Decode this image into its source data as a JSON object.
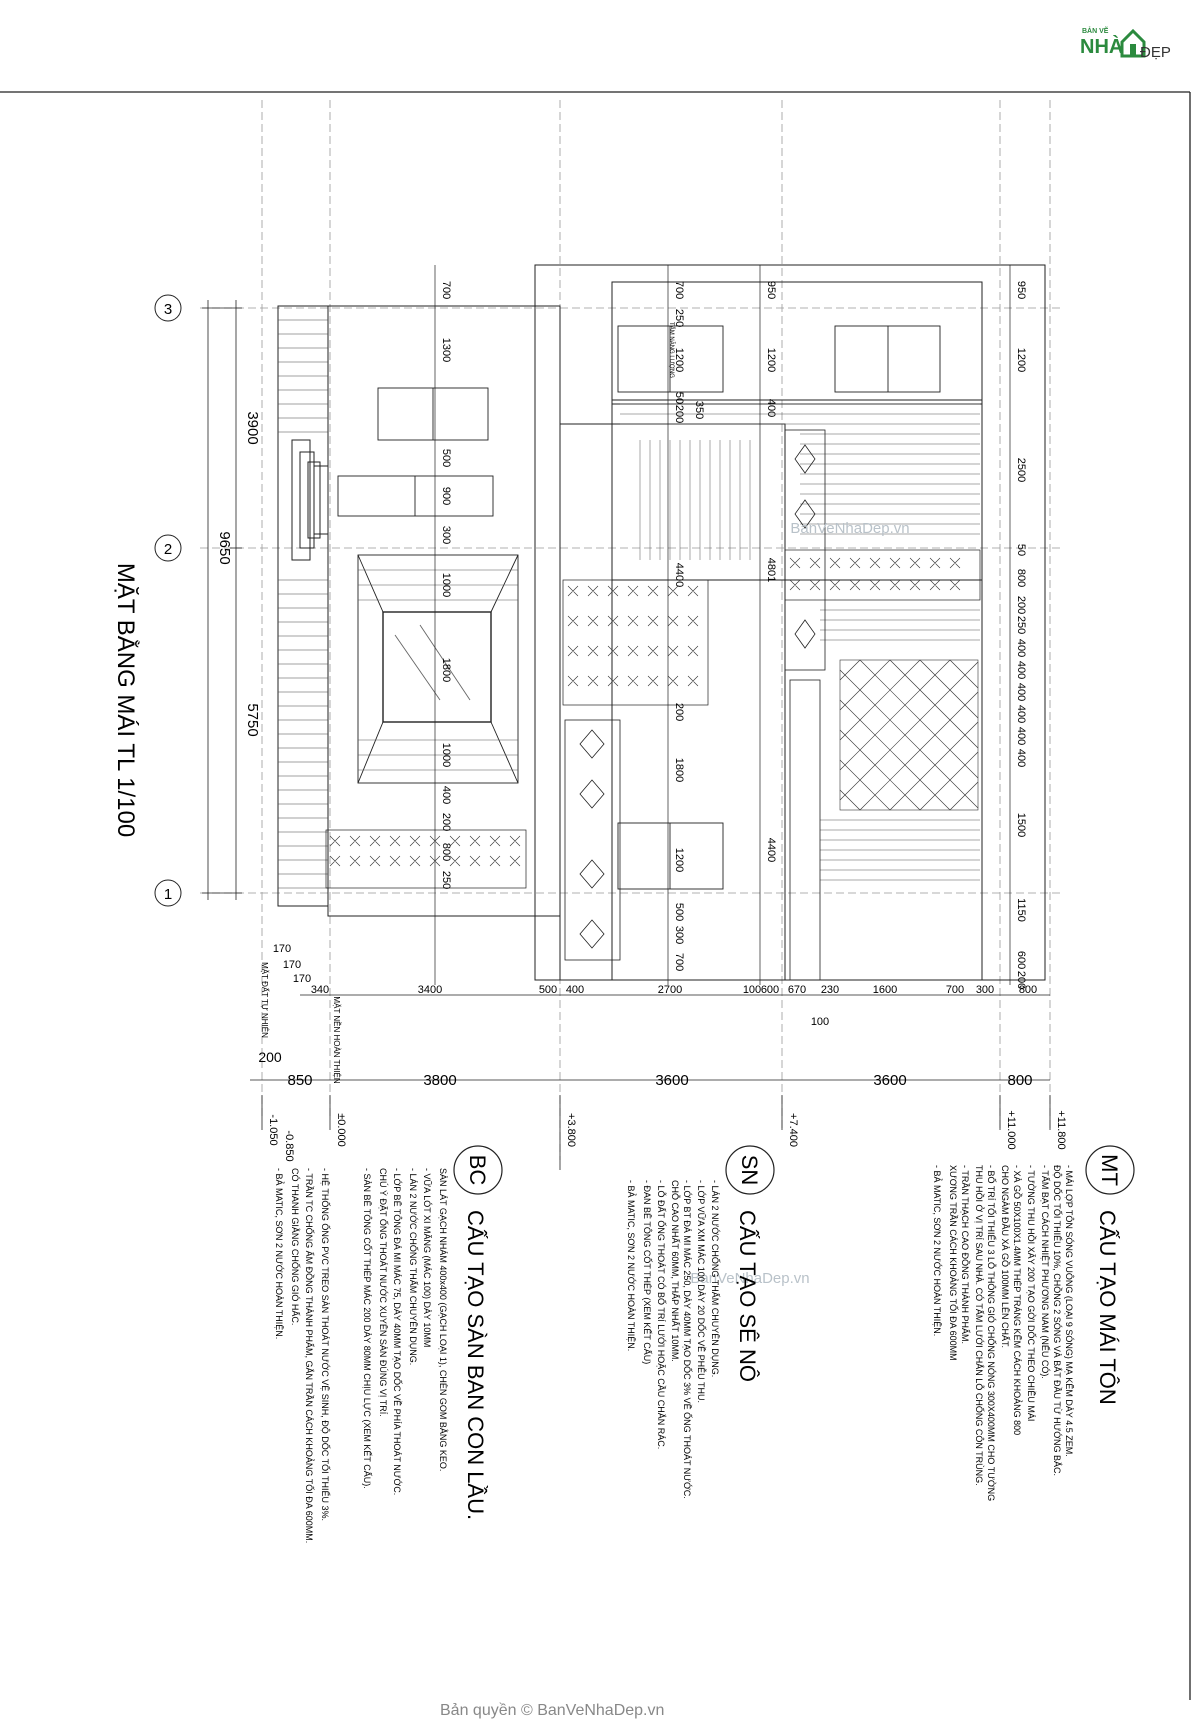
{
  "brand": {
    "top": "BẢN VẼ",
    "mid": "NHÀ",
    "end": "ĐẸP"
  },
  "copyright": "Bản quyền © BanVeNhaDep.vn",
  "watermark": "BanVeNhaDep.vn",
  "drawing_title": "MẶT BẰNG MÁI TL 1/100",
  "grid_labels": [
    "3",
    "2",
    "1"
  ],
  "left_dims": {
    "d1": "3900",
    "d2": "5750",
    "total": "9650"
  },
  "bottom_dims": {
    "top_row": [
      "340",
      "3400",
      "500",
      "400",
      "2700",
      "100",
      "600",
      "670",
      "230",
      "1600",
      "700",
      "300",
      "800"
    ],
    "row_100": "100",
    "spans": [
      "850",
      "3800",
      "3600",
      "3600",
      "800"
    ],
    "side": [
      "170",
      "170",
      "170",
      "200"
    ]
  },
  "levels": [
    "-1.050",
    "-0.850",
    "±0.000",
    "+3.800",
    "+7.400",
    "+11.000",
    "+11.800"
  ],
  "vertical_dims_col1": [
    "700",
    "1300",
    "500",
    "900",
    "300",
    "1000",
    "1800",
    "1000",
    "400",
    "200",
    "800",
    "250"
  ],
  "vertical_dims_col2": [
    "700",
    "250",
    "1200",
    "50",
    "200",
    "4400",
    "4801",
    "200",
    "1800",
    "1200",
    "500",
    "300",
    "700",
    "4400"
  ],
  "vertical_dims_col3": [
    "950",
    "1200",
    "350",
    "400"
  ],
  "vertical_dims_col4": [
    "950",
    "1200",
    "2500",
    "50",
    "800",
    "200",
    "250",
    "400",
    "400",
    "400",
    "400",
    "400",
    "400",
    "1500",
    "1150",
    "600",
    "200"
  ],
  "side_labels": [
    "MẶT ĐẤT TỰ NHIÊN",
    "MẶT NỀN HOÀN THIỆN"
  ],
  "solar_panel_label": "TẤM NĂNG LƯỢNG",
  "legend": [
    {
      "code": "MT",
      "title": "CẤU TẠO MÁI TÔN",
      "lines": [
        "- MÁI LỢP TÔN SÓNG VUÔNG (LOẠI 9 SÓNG) MẠ KẼM DÀY 4.5 ZEM.",
        "ĐỘ DỐC TỐI THIỂU 10%, CHỒNG 2 SÓNG VÀ BẮT ĐẦU TỪ HƯỚNG BẮC.",
        "- TẤM BẠT CÁCH NHIỆT PHƯƠNG NAM (NẾU CÓ).",
        "- XÀ GỒ 50X100X1.4MM THÉP TRÁNG KẼM CÁCH KHOẢNG 800",
        "CHO NGÀM ĐẦU XÀ GỒ 100MM LÊN CHẤT.",
        "- TƯỜNG THU HỒI XÂY 200 TẠO GỜI DỐC THEO CHIỀU MÁI",
        "- BỐ TRÍ TỐI THIỂU 3 LỖ THÔNG GIÓ CHỐNG NÓNG 300X400MM CHO TƯỜNG",
        "THU HỒI Ở VỊ TRÍ SAU NHÀ. CÓ TẤM LƯỚI CHẮN LỖ CHỐNG CÔN TRÙNG.",
        "- TRẦN THẠCH CAO ĐỒNG THÀNH PHẨM.",
        "XƯƠNG TRẦN CÁCH KHOẢNG TỐI ĐA 600MM",
        "- BẢ MATIC, SƠN 2 NƯỚC HOÀN THIỆN."
      ]
    },
    {
      "code": "SN",
      "title": "CẤU TẠO SÊ NÔ",
      "lines": [
        "- LÁN 2 NƯỚC CHỐNG THẤM CHUYÊN DỤNG.",
        "- LỚP VỮA XM MÁC 100 DÀY 20 DỐC VỀ PHỄU THU.",
        "- LỚP BT ĐÁ MI MÁC 250, DÀY 40MM TẠO DỐC 3% VỀ ỐNG THOÁT NƯỚC.",
        "CHỖ CAO NHẤT 60MM, THẤP NHẤT 10MM.",
        "- LỖ ĐẤT ỐNG THOÁT CÓ BỐ TRÍ LƯỚI HOẶC CẦU CHẮN RÁC.",
        "- ĐAN BÊ TÔNG CỐT THÉP (XEM KẾT CẤU)",
        "- BẢ MATIC, SƠN 2 NƯỚC HOÀN THIỆN."
      ]
    },
    {
      "code": "BC",
      "title": "CẤU TẠO SÀN BAN CON LẦU.",
      "lines": [
        "SÀN LÁT GẠCH NHÁM 400x400 (GẠCH LOẠI 1), CHÈN GOM BẰNG KEO.",
        "- VỮA LÓT XI MĂNG (MÁC 100) DÀY 10MM",
        "- LÁN 2 NƯỚC CHỐNG THẤM CHUYÊN DỤNG.",
        "- LỚP BÊ TÔNG ĐÁ MI MÁC 75, DÀY 40MM TẠO DỐC VỀ PHÍA THOÁT NƯỚC.",
        "CHÚ Ý ĐẶT ỐNG THOÁT NƯỚC XUYÊN SÀN ĐÚNG VỊ TRÍ.",
        "- SÀN BÊ TÔNG CỐT THÉP MÁC 200 DÀY 80MM CHỊU LỰC (XEM KẾT CẤU).",
        "- HỆ THỐNG ỐNG PVC TREO SÀN THOÁT NƯỚC VỆ SINH, ĐỘ DỐC TỐI THIỂU 3%.",
        "- TRẦN TC CHỐNG ẨM ĐỒNG THÀNH PHẨM, GẮN TRẦN CÁCH KHOẢNG TỐI ĐA 600MM.",
        "CÓ THANH GIẰNG CHỐNG GIÓ HẤC.",
        "- BẢ MATIC, SƠN 2 NƯỚC HOÀN THIỆN."
      ]
    }
  ]
}
